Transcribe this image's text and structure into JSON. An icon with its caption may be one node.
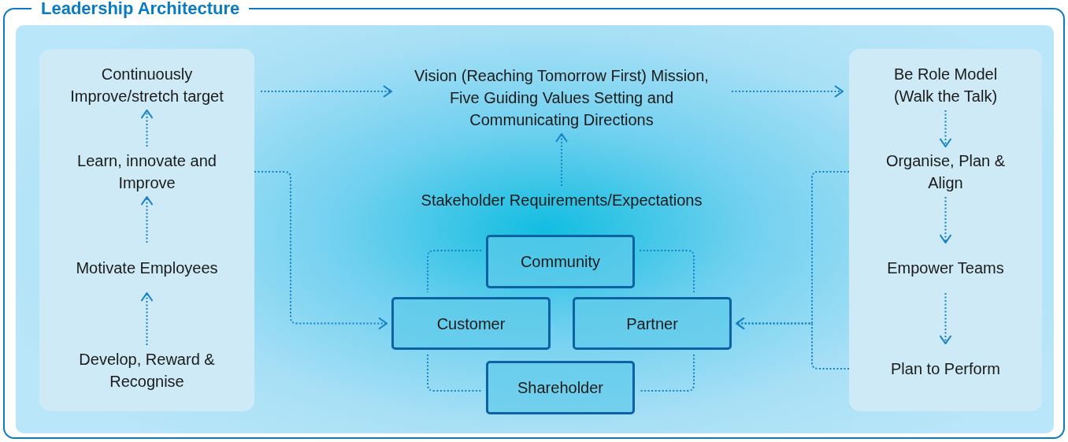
{
  "diagram": {
    "title": "Leadership Architecture",
    "nodes": [
      {
        "text": [],
        "shape": "box"
      },
      {
        "text": [
          "Continuously Improve/stretch target"
        ],
        "in": 0
      },
      {
        "text": [
          "Learn, innovate and Improve"
        ],
        "in": 0
      },
      {
        "text": [
          "Motivate Employees"
        ],
        "in": 0
      },
      {
        "text": [
          "Develop, Reward & Recognise"
        ],
        "in": 0
      },
      {
        "text": [
          "Vision (Reaching Tomorrow First) Mission, Five Guiding Values Setting and Communicating Directions"
        ]
      },
      {
        "text": [
          "Stakeholder Requirements/Expectations"
        ]
      },
      {
        "text": [
          "Community"
        ]
      },
      {
        "text": [
          "Customer"
        ]
      },
      {
        "text": [
          "Partner"
        ]
      },
      {
        "text": [
          "Shareholder"
        ]
      },
      {
        "text": [],
        "shape": "box"
      },
      {
        "text": [
          "Be Role Model (Walk the Talk)"
        ],
        "in": 11
      },
      {
        "text": [
          "Organise, Plan & Align"
        ],
        "in": 11
      },
      {
        "text": [
          "Empower Teams"
        ],
        "in": 11
      },
      {
        "text": [
          "Plan to Perform"
        ],
        "in": 11
      }
    ],
    "edges": [
      {
        "from": 4,
        "to": 3,
        "arrow": "to"
      },
      {
        "from": 3,
        "to": 2,
        "arrow": "to"
      },
      {
        "from": 2,
        "to": 1,
        "arrow": "to"
      },
      {
        "from": 1,
        "to": 5,
        "arrow": "to"
      },
      {
        "from": 5,
        "to": 12,
        "arrow": "to"
      },
      {
        "from": 12,
        "to": 13,
        "arrow": "to"
      },
      {
        "from": 13,
        "to": 14,
        "arrow": "to"
      },
      {
        "from": 14,
        "to": 15,
        "arrow": "to"
      },
      {
        "from": 2,
        "to": 8,
        "arrow": "to"
      },
      {
        "from": 6,
        "to": 5,
        "arrow": "to"
      },
      {
        "from": 13,
        "to": 9,
        "arrow": "to"
      },
      {
        "from": 15,
        "to": 9,
        "arrow": "to"
      },
      {
        "from": 7,
        "to": 8,
        "arrow": "none"
      },
      {
        "from": 7,
        "to": 9,
        "arrow": "none"
      },
      {
        "from": 8,
        "to": 10,
        "arrow": "none"
      },
      {
        "from": 9,
        "to": 10,
        "arrow": "none"
      }
    ]
  }
}
